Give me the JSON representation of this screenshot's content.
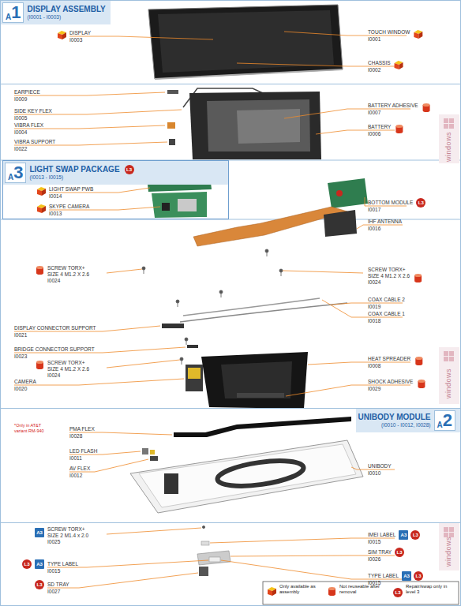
{
  "diagram": {
    "nodes": [
      {
        "text": [
          "DISPLAY ASSEMBLY",
          "(I0001 - I0003)"
        ]
      },
      {
        "text": [
          "A",
          "1"
        ],
        "in": 0
      },
      {
        "text": [
          "LIGHT SWAP PACKAGE",
          "(I0013 - I0015)"
        ]
      },
      {
        "text": [
          "A",
          "3"
        ],
        "in": 2
      },
      {
        "text": [
          "UNIBODY MODULE",
          "(I0010 - I0012, I0028)"
        ]
      },
      {
        "text": [
          "A",
          "2"
        ],
        "in": 4
      }
    ],
    "labels": [
      "DISPLAY",
      "I0003",
      "TOUCH WINDOW",
      "I0001",
      "CHASSIS",
      "I0002",
      "EARPIECE",
      "I0009",
      "SIDE KEY FLEX",
      "I0005",
      "VIBRA FLEX",
      "I0004",
      "VIBRA SUPPORT",
      "I0022",
      "BATTERY ADHESIVE",
      "I0007",
      "BATTERY",
      "I0006",
      "windows",
      "L3",
      "LIGHT SWAP PWB",
      "I0014",
      "SKYPE CAMERA",
      "I0013",
      "BOTTOM MODULE",
      "I0017",
      "L3",
      "IHF ANTENNA",
      "I0016",
      "SCREW TORX+",
      "SIZE 4 M1.2 X 2.6",
      "I0024",
      "SCREW TORX+",
      "SIZE 4 M1.2 X 2.6",
      "I0024",
      "COAX CABLE 2",
      "I0019",
      "COAX CABLE 1",
      "I0018",
      "DISPLAY CONNECTOR SUPPORT",
      "I0021",
      "BRIDGE CONNECTOR SUPPORT",
      "I0023",
      "SCREW TORX+",
      "SIZE 4 M1.2 X 2.6",
      "I0024",
      "CAMERA",
      "I0020",
      "HEAT SPREADER",
      "I0008",
      "SHOCK ADHESIVE",
      "I0029",
      "windows",
      "*Only in AT&T variant RM-940",
      "PMA FLEX",
      "I0028",
      "LED FLASH",
      "I0011",
      "AV FLEX",
      "I0012",
      "UNIBODY",
      "I0010",
      "A3",
      "SCREW TORX+",
      "SIZE 2 M1.4 x 2.0",
      "I0025",
      "IMEI LABEL",
      "I0015",
      "A3",
      "L3",
      "SIM TRAY",
      "I0026",
      "L3",
      "L3",
      "A3",
      "TYPE LABEL",
      "I0015",
      "L3",
      "SD TRAY",
      "I0027",
      "TYPE LABEL",
      "I0015",
      "A3",
      "L3",
      "windows",
      "L3"
    ],
    "legend": [
      {
        "text": "Only available as assembly"
      },
      {
        "text": "Not reuseable after removal"
      },
      {
        "text": "Repair/swap only in level 3"
      }
    ]
  }
}
